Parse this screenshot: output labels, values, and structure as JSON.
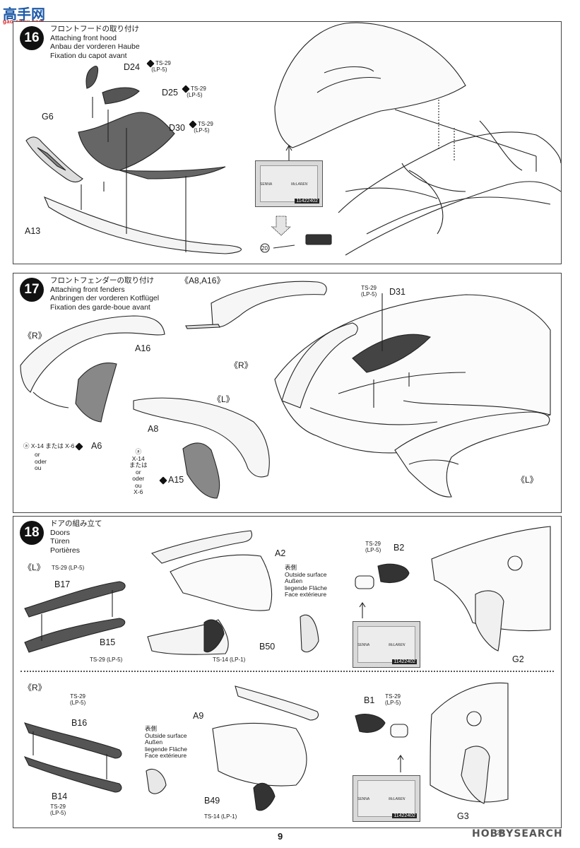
{
  "watermark": {
    "brand": "高手网",
    "url": "gao-shou.com"
  },
  "step16": {
    "number": "16",
    "title_jp": "フロントフードの取り付け",
    "title_en": "Attaching front hood",
    "title_de": "Anbau der vorderen Haube",
    "title_fr": "Fixation du capot avant",
    "parts": {
      "d24": "D24",
      "d25": "D25",
      "d30": "D30",
      "g6": "G6",
      "a13": "A13"
    },
    "paint_ts": "TS-29",
    "paint_lp": "(LP-5)",
    "decal_code": "11422402",
    "decal_brand_a": "SENNA",
    "decal_brand_b": "McLAREN",
    "ref_step": "20"
  },
  "step17": {
    "number": "17",
    "title_jp": "フロントフェンダーの取り付け",
    "title_en": "Attaching front fenders",
    "title_de": "Anbringen der vorderen Kotflügel",
    "title_fr": "Fixation des garde-boue avant",
    "side_r": "《R》",
    "side_l": "《L》",
    "side_r2": "《R》",
    "side_l2": "《L》",
    "sprue_ref": "《A8,A16》",
    "parts": {
      "a16": "A16",
      "a6": "A6",
      "a8": "A8",
      "a15": "A15",
      "d31": "D31"
    },
    "paint_ts": "TS-29",
    "paint_lp": "(LP-5)",
    "circ_a": "ⓐ",
    "paint_a6": "X-14 または X-6",
    "or_en": "or",
    "or_de": "oder",
    "or_fr": "ou",
    "x14": "X-14",
    "mataha": "または",
    "x6": "X-6"
  },
  "step18": {
    "number": "18",
    "title_jp": "ドアの組み立て",
    "title_en": "Doors",
    "title_de": "Türen",
    "title_fr": "Portières",
    "side_l": "《L》",
    "side_r": "《R》",
    "parts": {
      "b17": "B17",
      "b15": "B15",
      "a2": "A2",
      "b50": "B50",
      "b2": "B2",
      "g2": "G2",
      "b16": "B16",
      "b14": "B14",
      "a9": "A9",
      "b49": "B49",
      "b1": "B1",
      "g3": "G3"
    },
    "paint_ts29_lp5": "TS-29 (LP-5)",
    "paint_ts14_lp1": "TS-14 (LP-1)",
    "paint_ts": "TS-29",
    "paint_lp": "(LP-5)",
    "surface_jp": "表側",
    "surface_en": "Outside surface",
    "surface_de": "Außen",
    "surface_de2": "liegende Fläche",
    "surface_fr": "Face extérieure",
    "decal_code": "11422402",
    "decal_brand_a": "SENNA",
    "decal_brand_b": "McLAREN"
  },
  "footer": {
    "page": "9",
    "code": "24",
    "logo": "HOBBYSEARCH"
  }
}
